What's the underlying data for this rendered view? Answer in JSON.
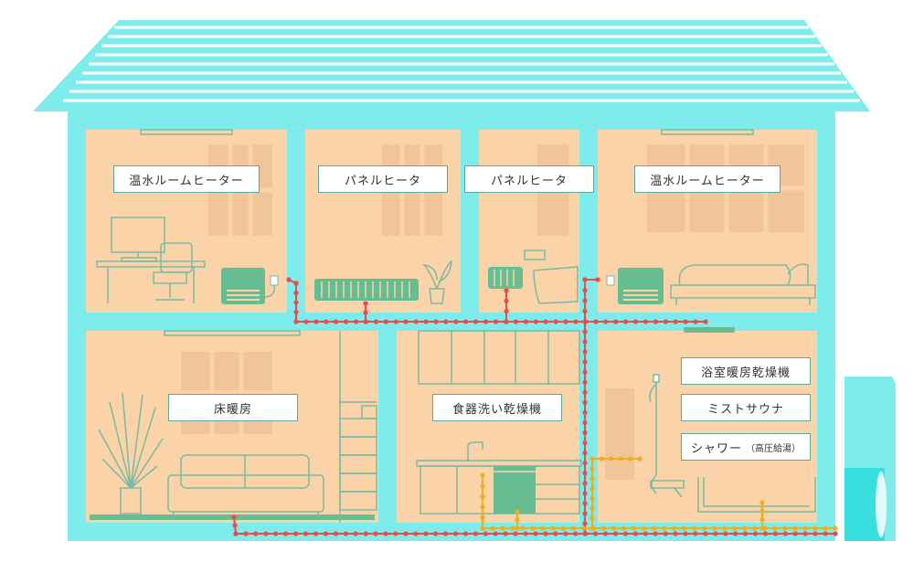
{
  "colors": {
    "house": "#7eecea",
    "room": "#fbd3a8",
    "line_art": "#7ab9a6",
    "green_device": "#66bd92",
    "pipe_red": "#e84c4c",
    "pipe_orange": "#f0ad1c",
    "outdoor_unit": "#39dede",
    "window": "#ecbf93"
  },
  "labels": {
    "room_heater_left": "温水ルームヒーター",
    "panel_heater_1": "パネルヒータ",
    "panel_heater_2": "パネルヒータ",
    "room_heater_right": "温水ルームヒーター",
    "floor_heating": "床暖房",
    "dishwasher": "食器洗い乾燥機",
    "bath_dryer": "浴室暖房乾燥機",
    "mist_sauna": "ミストサウナ",
    "shower": "シャワー",
    "shower_note": "（高圧給湯）"
  }
}
